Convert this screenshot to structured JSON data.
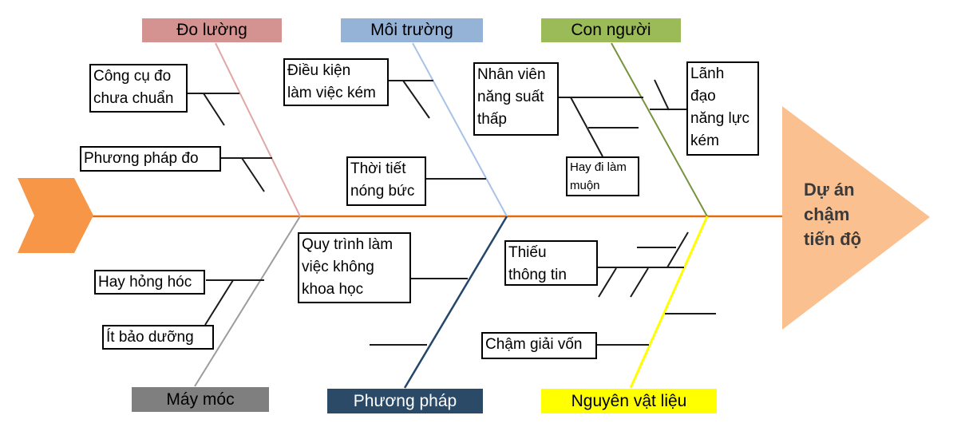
{
  "diagram": {
    "type": "fishbone-cause-effect",
    "effect": {
      "label": "Dự án\nchậm\ntiến độ",
      "arrow_color": "#fac090",
      "text_color": "#3a3a3a"
    },
    "spine": {
      "color": "#e36c0a",
      "start_chevron_color": "#f79646"
    },
    "categories": [
      {
        "label": "Đo lường",
        "fill": "#d49391",
        "text_color": "#000000",
        "bone_color": "#dfa8a7"
      },
      {
        "label": "Môi trường",
        "fill": "#95b3d7",
        "text_color": "#000000",
        "bone_color": "#a8c2e8"
      },
      {
        "label": "Con người",
        "fill": "#9bbb59",
        "text_color": "#000000",
        "bone_color": "#77933c"
      },
      {
        "label": "Máy móc",
        "fill": "#7f7f7f",
        "text_color": "#000000",
        "bone_color": "#9c9c9c"
      },
      {
        "label": "Phương pháp",
        "fill": "#2a4a68",
        "text_color": "#ffffff",
        "bone_color": "#24466b"
      },
      {
        "label": "Nguyên vật liệu",
        "fill": "#ffff00",
        "text_color": "#000000",
        "bone_color": "#ffff00"
      }
    ],
    "causes": [
      {
        "label": "Công cụ đo\nchưa chuẩn",
        "category": "Đo lường"
      },
      {
        "label": "Phương pháp đo",
        "category": "Đo lường"
      },
      {
        "label": "Điều kiện\nlàm việc kém",
        "category": "Môi trường"
      },
      {
        "label": "Thời tiết\nnóng bức",
        "category": "Môi trường"
      },
      {
        "label": "Nhân viên\nnăng suất\nthấp",
        "category": "Con người"
      },
      {
        "label": "Hay đi làm\nmuộn",
        "category": "Con người"
      },
      {
        "label": "Lãnh\nđạo\nnăng lực\nkém",
        "category": "Con người"
      },
      {
        "label": "Hay hỏng hóc",
        "category": "Máy móc"
      },
      {
        "label": "Ít bảo dưỡng",
        "category": "Máy móc"
      },
      {
        "label": "Quy trình làm\nviệc không\nkhoa học",
        "category": "Phương pháp"
      },
      {
        "label": "Thiếu\nthông tin",
        "category": "Nguyên vật liệu"
      },
      {
        "label": "Chậm giải vốn",
        "category": "Nguyên vật liệu"
      }
    ]
  }
}
